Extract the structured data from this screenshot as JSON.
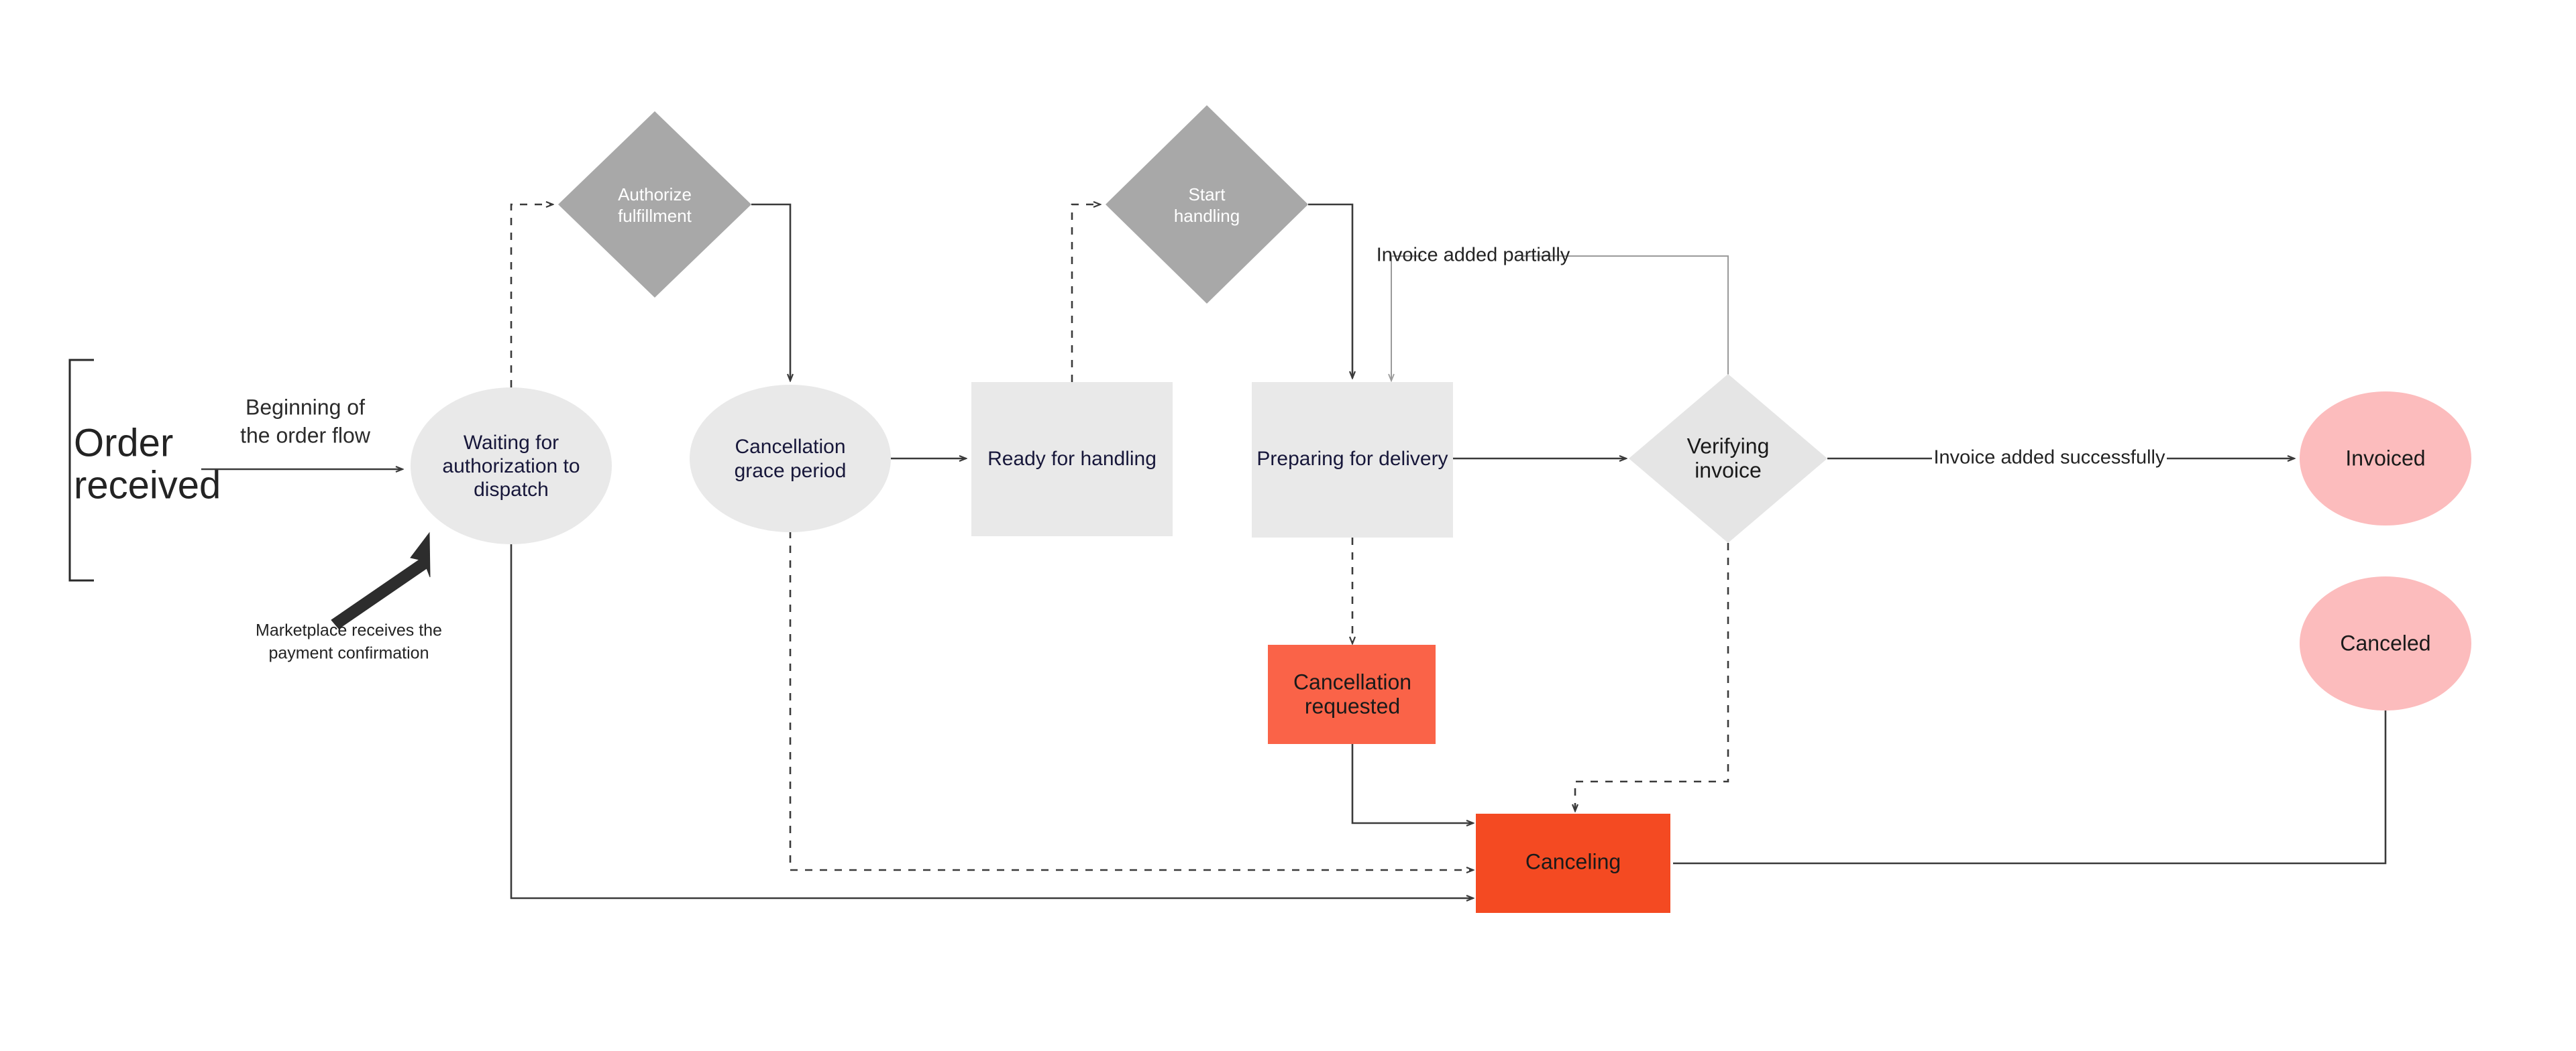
{
  "diagram": {
    "title": "Order flow state diagram",
    "background": "#ffffff",
    "colors": {
      "state_gray_fill": "#e9e9e9",
      "decision_gray_fill": "#a8a8a8",
      "decision_light_fill": "#e5e5e5",
      "cancellation_requested_fill": "#fa6348",
      "canceling_fill": "#f44a22",
      "terminal_pink_fill": "#fcbcbd",
      "label_dark": "#17173a",
      "label_white": "#ffffff",
      "label_black": "#1a1a1a",
      "edge_stroke": "#3a3a3a",
      "edge_thin_stroke": "#9a9a9a"
    },
    "group_label": {
      "line1": "Order",
      "line2": "received"
    },
    "nodes": [
      {
        "id": "waiting",
        "label": "Waiting for authorization to dispatch",
        "lines": [
          "Waiting for",
          "authorization to",
          "dispatch"
        ],
        "shape": "ellipse",
        "fill": "#e9e9e9",
        "text_color": "#17173a"
      },
      {
        "id": "authorize",
        "label": "Authorize fulfillment",
        "lines": [
          "Authorize",
          "fulfillment"
        ],
        "shape": "diamond",
        "fill": "#a8a8a8",
        "text_color": "#ffffff"
      },
      {
        "id": "grace",
        "label": "Cancellation grace period",
        "lines": [
          "Cancellation",
          "grace period"
        ],
        "shape": "ellipse",
        "fill": "#e9e9e9",
        "text_color": "#17173a"
      },
      {
        "id": "ready",
        "label": "Ready for handling",
        "lines": [
          "Ready for handling"
        ],
        "shape": "rect",
        "fill": "#e9e9e9",
        "text_color": "#17173a"
      },
      {
        "id": "starthandling",
        "label": "Start handling",
        "lines": [
          "Start",
          "handling"
        ],
        "shape": "diamond",
        "fill": "#a8a8a8",
        "text_color": "#ffffff"
      },
      {
        "id": "preparing",
        "label": "Preparing for delivery",
        "lines": [
          "Preparing for delivery"
        ],
        "shape": "rect",
        "fill": "#e9e9e9",
        "text_color": "#17173a"
      },
      {
        "id": "verifying",
        "label": "Verifying invoice",
        "lines": [
          "Verifying",
          "invoice"
        ],
        "shape": "diamond",
        "fill": "#e5e5e5",
        "text_color": "#1a1a1a"
      },
      {
        "id": "invoiced",
        "label": "Invoiced",
        "lines": [
          "Invoiced"
        ],
        "shape": "ellipse",
        "fill": "#fcbcbd",
        "text_color": "#1a1a1a"
      },
      {
        "id": "canceled",
        "label": "Canceled",
        "lines": [
          "Canceled"
        ],
        "shape": "ellipse",
        "fill": "#fcbcbd",
        "text_color": "#1a1a1a"
      },
      {
        "id": "cancelreq",
        "label": "Cancellation requested",
        "lines": [
          "Cancellation",
          "requested"
        ],
        "shape": "rect",
        "fill": "#fa6348",
        "text_color": "#1a1a1a"
      },
      {
        "id": "canceling",
        "label": "Canceling",
        "lines": [
          "Canceling"
        ],
        "shape": "rect",
        "fill": "#f44a22",
        "text_color": "#1a1a1a"
      }
    ],
    "edge_labels": {
      "beginning_line1": "Beginning of",
      "beginning_line2": "the order flow",
      "note_line1": "Marketplace receives the",
      "note_line2": "payment confirmation",
      "invoice_partial": "Invoice added partially",
      "invoice_success": "Invoice added successfully"
    },
    "edges": [
      {
        "from": "order-received",
        "to": "waiting",
        "style": "solid",
        "label": "Beginning of the order flow"
      },
      {
        "from": "waiting",
        "to": "authorize",
        "style": "dashed",
        "label": ""
      },
      {
        "from": "authorize",
        "to": "grace",
        "style": "solid",
        "label": ""
      },
      {
        "from": "grace",
        "to": "ready",
        "style": "solid",
        "label": ""
      },
      {
        "from": "ready",
        "to": "starthandling",
        "style": "dashed",
        "label": ""
      },
      {
        "from": "starthandling",
        "to": "preparing",
        "style": "solid",
        "label": ""
      },
      {
        "from": "preparing",
        "to": "verifying",
        "style": "solid",
        "label": ""
      },
      {
        "from": "verifying",
        "to": "preparing",
        "style": "thin",
        "label": "Invoice added partially"
      },
      {
        "from": "verifying",
        "to": "invoiced",
        "style": "solid",
        "label": "Invoice added successfully"
      },
      {
        "from": "preparing",
        "to": "cancelreq",
        "style": "dashed",
        "label": ""
      },
      {
        "from": "cancelreq",
        "to": "canceling",
        "style": "solid",
        "label": ""
      },
      {
        "from": "verifying",
        "to": "canceling",
        "style": "dashed",
        "label": ""
      },
      {
        "from": "grace",
        "to": "canceling",
        "style": "dashed",
        "label": ""
      },
      {
        "from": "waiting",
        "to": "canceling",
        "style": "solid",
        "label": ""
      },
      {
        "from": "canceling",
        "to": "canceled",
        "style": "solid",
        "label": ""
      }
    ]
  }
}
